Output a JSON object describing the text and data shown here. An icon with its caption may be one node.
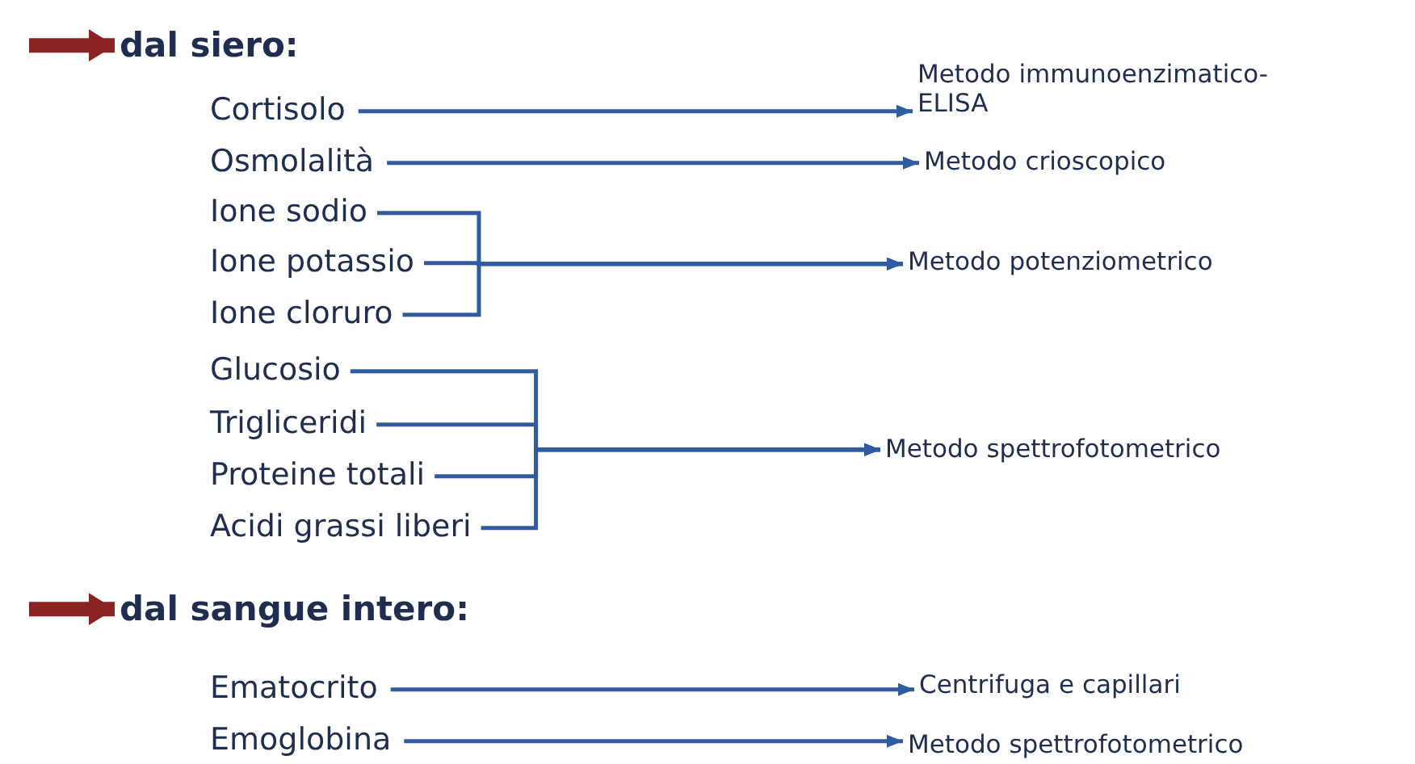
{
  "diagram": {
    "nodes": [
      {
        "text": [
          "dal siero:"
        ]
      },
      {
        "text": [
          "Cortisolo"
        ]
      },
      {
        "text": [
          "Metodo immunoenzimatico- ELISA"
        ]
      },
      {
        "text": [
          "Osmolalità"
        ]
      },
      {
        "text": [
          "Metodo crioscopico"
        ]
      },
      {
        "text": [
          "Ione sodio"
        ]
      },
      {
        "text": [
          "Ione potassio"
        ]
      },
      {
        "text": [
          "Ione cloruro"
        ]
      },
      {
        "text": [
          "Metodo potenziometrico"
        ]
      },
      {
        "text": [
          "Glucosio"
        ]
      },
      {
        "text": [
          "Trigliceridi"
        ]
      },
      {
        "text": [
          "Proteine totali"
        ]
      },
      {
        "text": [
          "Acidi grassi liberi"
        ]
      },
      {
        "text": [
          "Metodo spettrofotometrico"
        ]
      },
      {
        "text": [
          "dal sangue intero:"
        ]
      },
      {
        "text": [
          "Ematocrito"
        ]
      },
      {
        "text": [
          "Centrifuga e capillari"
        ]
      },
      {
        "text": [
          "Emoglobina"
        ]
      },
      {
        "text": [
          "Metodo spettrofotometrico"
        ]
      }
    ],
    "edges": [
      {
        "from": null,
        "to": 0,
        "arrow": "to",
        "style": "thick",
        "color": "#8b2323"
      },
      {
        "from": 1,
        "to": 2,
        "arrow": "to"
      },
      {
        "from": 3,
        "to": 4,
        "arrow": "to"
      },
      {
        "from": 5,
        "to": 8,
        "arrow": "to"
      },
      {
        "from": 6,
        "to": 8,
        "arrow": "to"
      },
      {
        "from": 7,
        "to": 8,
        "arrow": "to"
      },
      {
        "from": 9,
        "to": 13,
        "arrow": "to"
      },
      {
        "from": 10,
        "to": 13,
        "arrow": "to"
      },
      {
        "from": 11,
        "to": 13,
        "arrow": "to"
      },
      {
        "from": 12,
        "to": 13,
        "arrow": "to"
      },
      {
        "from": null,
        "to": 14,
        "arrow": "to",
        "style": "thick",
        "color": "#8b2323"
      },
      {
        "from": 15,
        "to": 16,
        "arrow": "to"
      },
      {
        "from": 17,
        "to": 18,
        "arrow": "to"
      }
    ]
  }
}
